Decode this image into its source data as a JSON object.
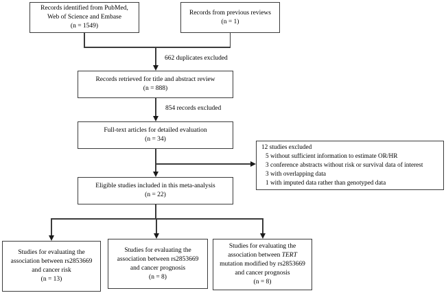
{
  "colors": {
    "background": "#ffffff",
    "box_border": "#3a3a3a",
    "text": "#000000",
    "arrow": "#1a1a1a"
  },
  "boxes": {
    "identified": {
      "lines": [
        "Records identified from PubMed,",
        "Web of Science and Embase",
        "(n = 1549)"
      ]
    },
    "previous": {
      "lines": [
        "Records from previous reviews",
        "(n = 1)"
      ]
    },
    "retrieved": {
      "lines": [
        "Records retrieved for title and abstract review",
        "(n = 888)"
      ]
    },
    "fulltext": {
      "lines": [
        "Full-text articles for detailed evaluation",
        "(n = 34)"
      ]
    },
    "excluded_detail": {
      "header": "12 studies excluded",
      "items": [
        "5 without sufficient information to estimate OR/HR",
        "3 conference abstracts without risk or survival data of interest",
        "3 with overlapping data",
        "1 with imputed data rather than genotyped data"
      ]
    },
    "eligible": {
      "lines": [
        "Eligible studies included in this meta-analysis",
        "(n = 22)"
      ]
    },
    "risk": {
      "lines": [
        "Studies for evaluating the",
        "association between rs2853669",
        "and cancer risk",
        "(n = 13)"
      ]
    },
    "prognosis": {
      "lines": [
        "Studies for evaluating the",
        "association between rs2853669",
        "and cancer prognosis",
        "(n = 8)"
      ]
    },
    "tert": {
      "line1": "Studies for evaluating the",
      "line2_prefix": "association between ",
      "line2_italic": "TERT",
      "line3": "mutation modified by rs2853669",
      "line4": "and cancer prognosis",
      "line5": "(n = 8)"
    }
  },
  "labels": {
    "duplicates_excluded": "662 duplicates excluded",
    "records_excluded": "854 records excluded"
  }
}
